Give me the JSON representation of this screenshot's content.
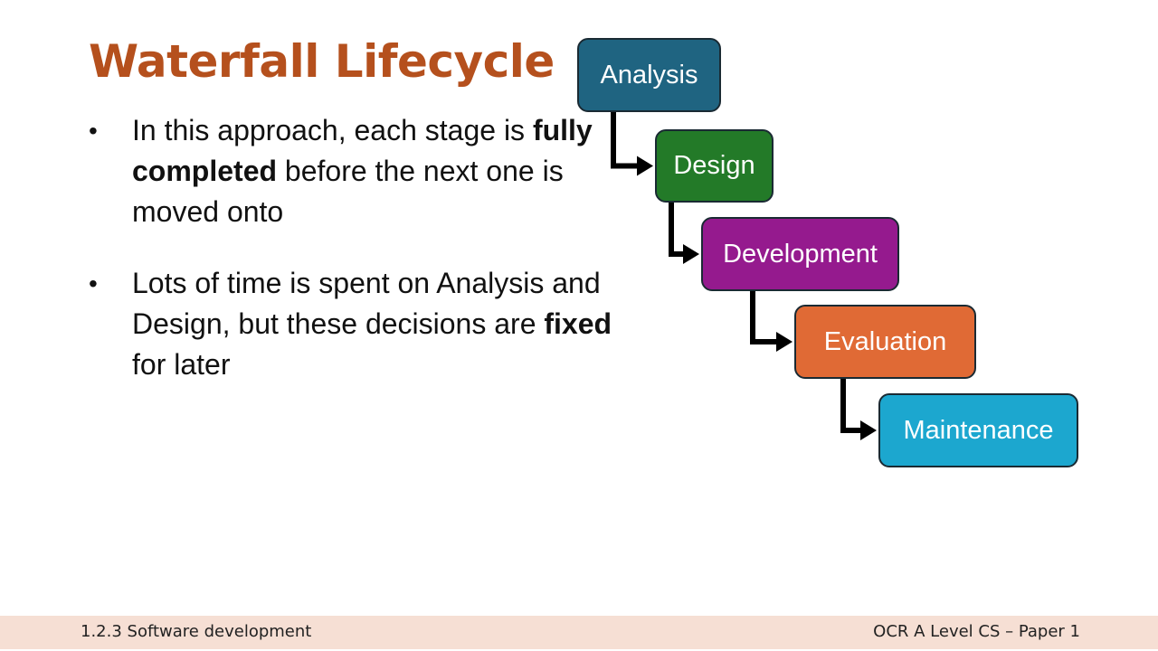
{
  "slide": {
    "title": "Waterfall Lifecycle",
    "bullets": [
      {
        "parts": [
          {
            "text": "In this approach, each stage is ",
            "bold": false
          },
          {
            "text": "fully completed",
            "bold": true
          },
          {
            "text": " before the next one is moved onto",
            "bold": false
          }
        ]
      },
      {
        "parts": [
          {
            "text": "Lots of time is spent on Analysis and Design, but these decisions are ",
            "bold": false
          },
          {
            "text": "fixed",
            "bold": true
          },
          {
            "text": " for later",
            "bold": false
          }
        ]
      }
    ],
    "bullet_symbol": "•"
  },
  "diagram": {
    "type": "waterfall-flow",
    "connector_color": "#000000",
    "stages": [
      {
        "label": "Analysis",
        "color": "#1f6481"
      },
      {
        "label": "Design",
        "color": "#237a28"
      },
      {
        "label": "Development",
        "color": "#951a8e"
      },
      {
        "label": "Evaluation",
        "color": "#e06a35"
      },
      {
        "label": "Maintenance",
        "color": "#1ca7cf"
      }
    ]
  },
  "footer": {
    "left": "1.2.3 Software development",
    "right": "OCR A Level CS – Paper 1",
    "background": "#f6dfd4"
  },
  "theme": {
    "title_color": "#b5501d"
  }
}
